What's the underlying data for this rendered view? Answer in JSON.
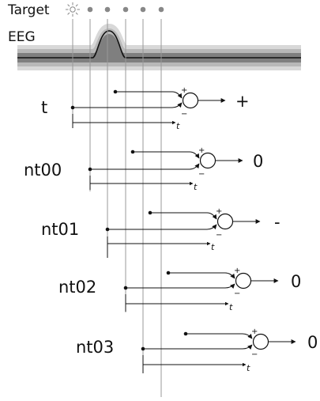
{
  "header": {
    "target_label": "Target",
    "eeg_label": "EEG"
  },
  "rows": [
    {
      "label": "t",
      "output": "+",
      "time_label": "t",
      "plus_sign": "+",
      "minus_sign": "−"
    },
    {
      "label": "nt00",
      "output": "0",
      "time_label": "t",
      "plus_sign": "+",
      "minus_sign": "−"
    },
    {
      "label": "nt01",
      "output": "-",
      "time_label": "t",
      "plus_sign": "+",
      "minus_sign": "−"
    },
    {
      "label": "nt02",
      "output": "0",
      "time_label": "t",
      "plus_sign": "+",
      "minus_sign": "−"
    },
    {
      "label": "nt03",
      "output": "0",
      "time_label": "t",
      "plus_sign": "+",
      "minus_sign": "−"
    }
  ],
  "icons": {
    "target_marker": "sun-icon",
    "stimulus_marker": "dot-icon"
  },
  "colors": {
    "line": "#111111",
    "guide": "#999999",
    "dot": "#888888",
    "eeg_outer": "#d8d8d8",
    "eeg_mid": "#b8b8b8",
    "eeg_inner": "#7f7f7f"
  }
}
